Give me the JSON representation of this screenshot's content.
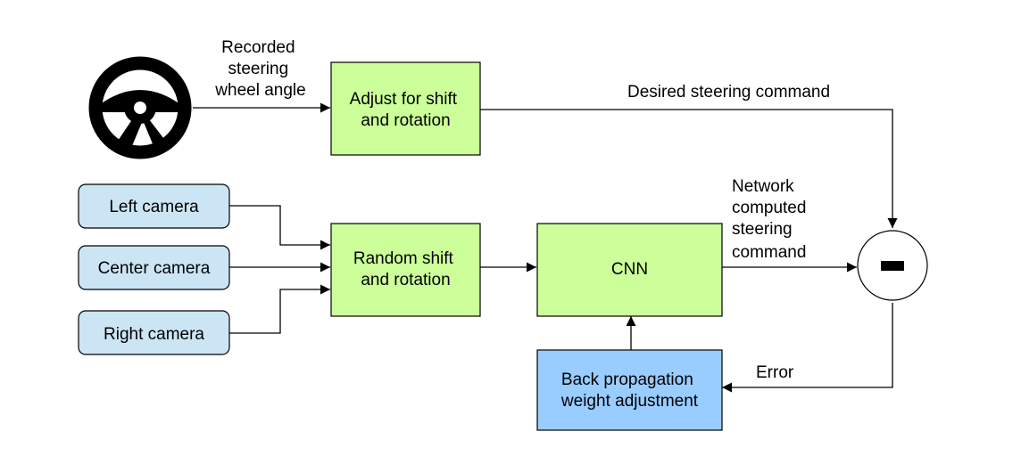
{
  "colors": {
    "processing_block": "#ccff99",
    "camera_block": "#cce5f5",
    "backprop_block": "#99ccff",
    "steering_wheel": "#000000",
    "line": "#000000"
  },
  "steering_wheel": {
    "icon": "steering-wheel-icon",
    "label_lines": [
      "Recorded",
      "steering",
      "wheel angle"
    ]
  },
  "blocks": {
    "adjust": {
      "lines": [
        "Adjust for shift",
        "and rotation"
      ]
    },
    "left_camera": {
      "lines": [
        "Left camera"
      ]
    },
    "center_camera": {
      "lines": [
        "Center camera"
      ]
    },
    "right_camera": {
      "lines": [
        "Right camera"
      ]
    },
    "random_shift": {
      "lines": [
        "Random shift",
        "and rotation"
      ]
    },
    "cnn": {
      "lines": [
        "CNN"
      ]
    },
    "backprop": {
      "lines": [
        "Back propagation",
        "weight adjustment"
      ]
    }
  },
  "subtractor": {
    "symbol": "minus",
    "icon": "minus-icon"
  },
  "edge_labels": {
    "desired": {
      "lines": [
        "Desired steering command"
      ]
    },
    "network": {
      "lines": [
        "Network",
        "computed",
        "steering",
        "command"
      ]
    },
    "error": {
      "lines": [
        "Error"
      ]
    }
  }
}
